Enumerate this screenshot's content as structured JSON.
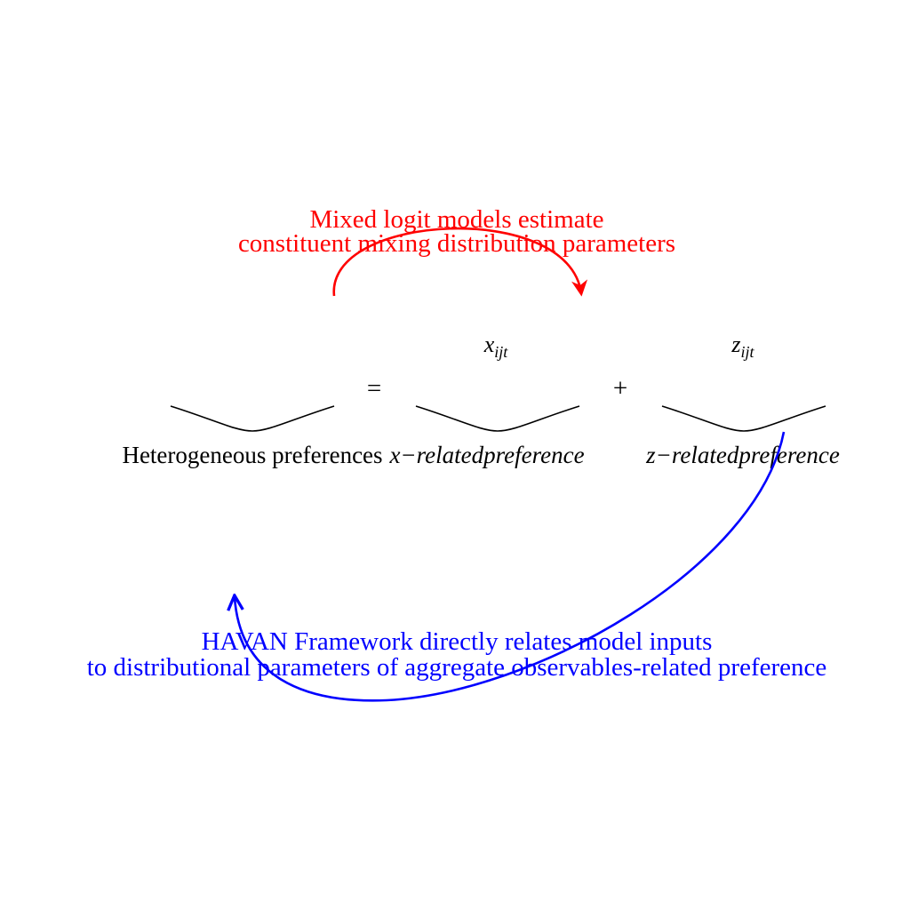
{
  "top_annotation": {
    "line1": "Mixed logit models estimate",
    "line2": "constituent mixing distribution parameters",
    "color": "#ff0000"
  },
  "bottom_annotation": {
    "line1": "HAVAN Framework directly relates model inputs",
    "line2": "to distributional parameters of aggregate observables-related preference",
    "color": "#0000ff"
  },
  "equation": {
    "term_left_label": "Heterogeneous preferences",
    "equals": "=",
    "plus": "+",
    "term_x": {
      "var": "x",
      "sub": "ijt",
      "label": "x−relatedpreference"
    },
    "term_z": {
      "var": "z",
      "sub": "ijt",
      "label": "z−relatedpreference"
    }
  }
}
